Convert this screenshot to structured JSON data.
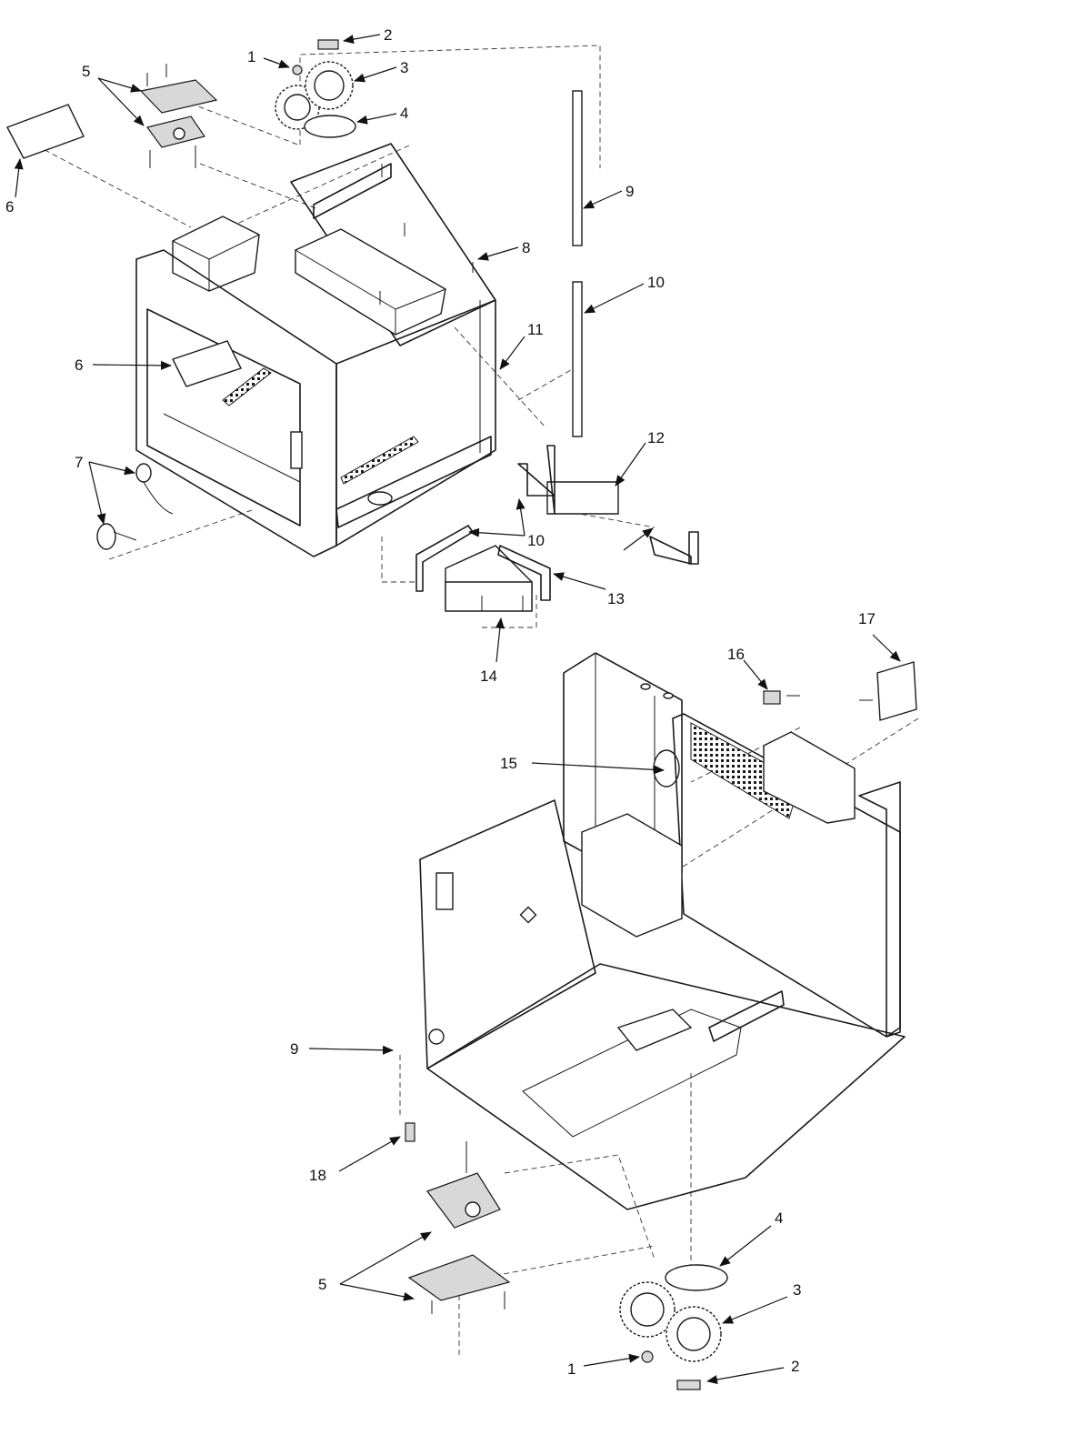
{
  "callouts": [
    {
      "id": "c-1-top",
      "label": "1"
    },
    {
      "id": "c-2-top",
      "label": "2"
    },
    {
      "id": "c-3-top",
      "label": "3"
    },
    {
      "id": "c-4-top",
      "label": "4"
    },
    {
      "id": "c-5-top",
      "label": "5"
    },
    {
      "id": "c-6-top-left",
      "label": "6"
    },
    {
      "id": "c-6-window",
      "label": "6"
    },
    {
      "id": "c-7",
      "label": "7"
    },
    {
      "id": "c-8",
      "label": "8"
    },
    {
      "id": "c-9-top",
      "label": "9"
    },
    {
      "id": "c-10-top",
      "label": "10"
    },
    {
      "id": "c-10-mid",
      "label": "10"
    },
    {
      "id": "c-11",
      "label": "11"
    },
    {
      "id": "c-12",
      "label": "12"
    },
    {
      "id": "c-13",
      "label": "13"
    },
    {
      "id": "c-14",
      "label": "14"
    },
    {
      "id": "c-15",
      "label": "15"
    },
    {
      "id": "c-16",
      "label": "16"
    },
    {
      "id": "c-17",
      "label": "17"
    },
    {
      "id": "c-18",
      "label": "18"
    },
    {
      "id": "c-9-bottom",
      "label": "9"
    },
    {
      "id": "c-5-bottom",
      "label": "5"
    },
    {
      "id": "c-4-bottom",
      "label": "4"
    },
    {
      "id": "c-3-bottom",
      "label": "3"
    },
    {
      "id": "c-1-bottom",
      "label": "1"
    },
    {
      "id": "c-2-bottom",
      "label": "2"
    }
  ]
}
